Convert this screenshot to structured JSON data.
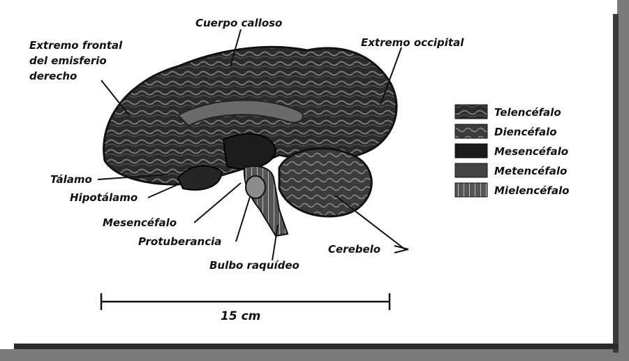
{
  "diagram": {
    "labels": {
      "cuerpo_calloso": "Cuerpo calloso",
      "extremo_frontal_1": "Extremo frontal",
      "extremo_frontal_2": "del emisferio",
      "extremo_frontal_3": "derecho",
      "extremo_occipital": "Extremo occipital",
      "talamo": "Tálamo",
      "hipotalamo": "Hipotálamo",
      "mesencefalo": "Mesencéfalo",
      "protuberancia": "Protuberancia",
      "bulbo": "Bulbo raquídeo",
      "cerebelo": "Cerebelo"
    },
    "legend": [
      {
        "label": "Telencéfalo",
        "color": "#3a3a3a"
      },
      {
        "label": "Diencéfalo",
        "color": "#2a2a2a"
      },
      {
        "label": "Mesencéfalo",
        "color": "#1a1a1a"
      },
      {
        "label": "Metencéfalo",
        "color": "#444444"
      },
      {
        "label": "Mielencéfalo",
        "color": "#666666"
      }
    ],
    "scale_label": "15 cm"
  }
}
